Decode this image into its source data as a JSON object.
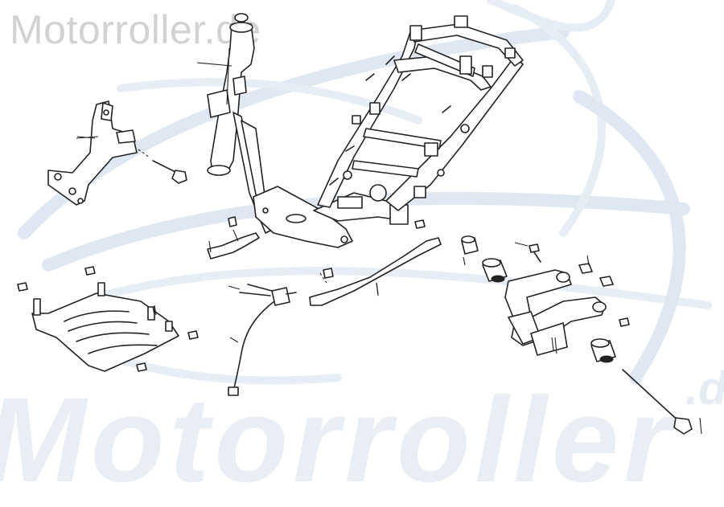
{
  "watermark": {
    "top_text": "Motorroller.de",
    "bottom_text": "Motorroller",
    "bottom_suffix": ".de",
    "color": "#d2d2d2",
    "logo_color": "#dfe8f2"
  },
  "diagram": {
    "parts": [
      "frame",
      "steering-head-tube",
      "engine-mount-bracket",
      "mount-bolt",
      "skid-plate",
      "wiring-harness",
      "side-rail-left",
      "side-rail-right",
      "engine-hanger-link",
      "rubber-bushing",
      "long-pivot-bolt",
      "nut",
      "small-bolt",
      "grommet"
    ],
    "line_color": "#222222"
  }
}
